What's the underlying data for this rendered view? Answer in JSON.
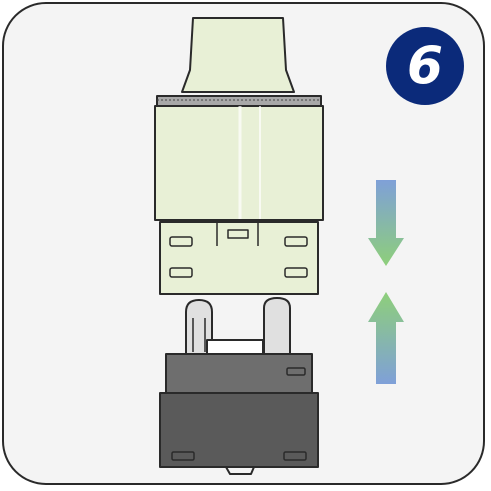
{
  "step": {
    "number": "6"
  },
  "illustration": {
    "parts": [
      "pod-top",
      "pod-base",
      "battery-device"
    ],
    "arrows": [
      "down-arrow",
      "up-arrow"
    ]
  },
  "colors": {
    "pod_fill": "#e8f0d6",
    "device_top": "#6e6e6e",
    "device_bottom": "#5a5a5a",
    "badge": "#0b2a7a",
    "arrow_green": "#8ecf7a",
    "arrow_blue": "#7fa0d8"
  }
}
